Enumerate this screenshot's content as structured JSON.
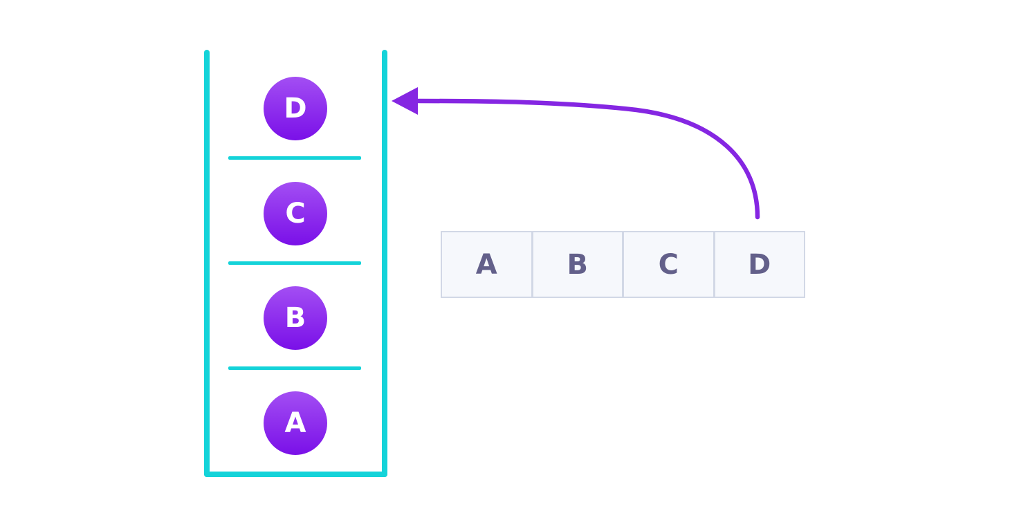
{
  "colors": {
    "stack-outline": "#14d3d9",
    "circle-top": "#a34ef3",
    "circle-bottom": "#7a10e8",
    "circle-text": "#ffffff",
    "cell-bg": "#f6f8fc",
    "cell-border": "#d2d8e6",
    "cell-text": "#63608a",
    "arrow": "#8526e2",
    "background": "#ffffff"
  },
  "stack": {
    "items": [
      {
        "label": "D"
      },
      {
        "label": "C"
      },
      {
        "label": "B"
      },
      {
        "label": "A"
      }
    ]
  },
  "array": {
    "cells": [
      {
        "label": "A"
      },
      {
        "label": "B"
      },
      {
        "label": "C"
      },
      {
        "label": "D"
      }
    ]
  }
}
